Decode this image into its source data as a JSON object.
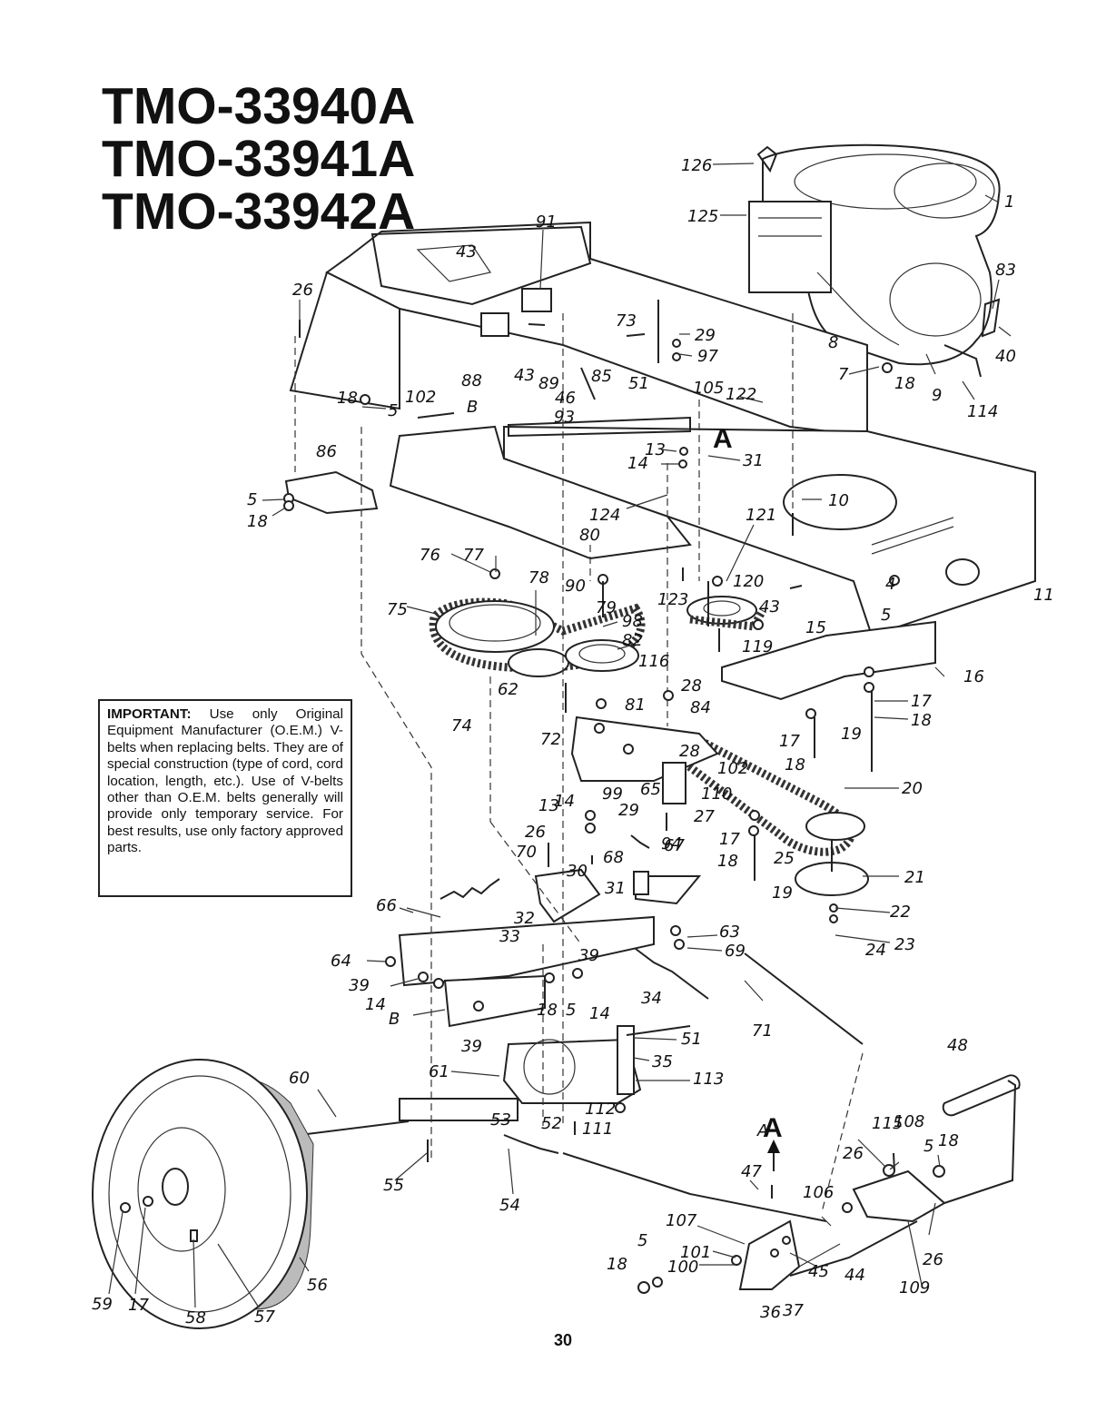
{
  "titles": [
    "TMO-33940A",
    "TMO-33941A",
    "TMO-33942A"
  ],
  "notice": {
    "heading": "IMPORTANT:",
    "text": "Use only Original Equipment Manufacturer (O.E.M.) V-belts when replacing belts. They are of special construction (type of cord, cord location, length, etc.). Use of V-belts other than O.E.M. belts generally will provide only temporary service. For best results, use only factory approved parts."
  },
  "page_number": "30",
  "callouts": [
    "126",
    "1",
    "125",
    "83",
    "40",
    "8",
    "7",
    "18",
    "9",
    "114",
    "91",
    "43",
    "26",
    "73",
    "29",
    "97",
    "88",
    "89",
    "85",
    "43",
    "51",
    "46",
    "105",
    "122",
    "18",
    "102",
    "5",
    "B",
    "93",
    "13",
    "31",
    "14",
    "86",
    "5",
    "18",
    "124",
    "121",
    "10",
    "80",
    "76",
    "77",
    "90",
    "78",
    "79",
    "98",
    "123",
    "120",
    "43",
    "15",
    "4",
    "5",
    "11",
    "75",
    "82",
    "116",
    "119",
    "16",
    "28",
    "84",
    "17",
    "18",
    "74",
    "62",
    "81",
    "72",
    "17",
    "19",
    "18",
    "28",
    "102",
    "99",
    "29",
    "65",
    "110",
    "20",
    "13",
    "14",
    "27",
    "94",
    "26",
    "70",
    "68",
    "30",
    "67",
    "17",
    "25",
    "18",
    "21",
    "19",
    "66",
    "31",
    "32",
    "22",
    "63",
    "33",
    "69",
    "64",
    "39",
    "23",
    "24",
    "39",
    "14",
    "B",
    "34",
    "18",
    "5",
    "14",
    "71",
    "39",
    "51",
    "35",
    "48",
    "60",
    "61",
    "113",
    "53",
    "52",
    "112",
    "111",
    "115",
    "108",
    "A",
    "26",
    "5",
    "18",
    "55",
    "47",
    "54",
    "106",
    "107",
    "26",
    "5",
    "101",
    "18",
    "100",
    "44",
    "45",
    "109",
    "37",
    "36",
    "59",
    "17",
    "58",
    "57",
    "56",
    "A",
    "A"
  ]
}
